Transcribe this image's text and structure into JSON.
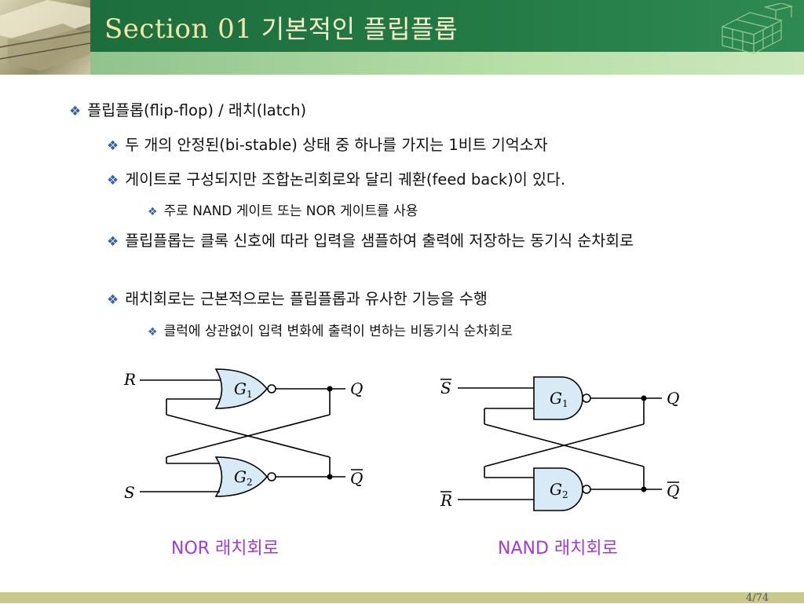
{
  "header": {
    "title_prefix": "Section 01",
    "title_korean": "기본적인 플립플롭"
  },
  "bullets": [
    {
      "level": 1,
      "text": "플립플롭(flip-flop) / 래치(latch)"
    },
    {
      "level": 2,
      "text": "두 개의 안정된(bi-stable) 상태 중 하나를 가지는 1비트 기억소자"
    },
    {
      "level": 2,
      "text": "게이트로 구성되지만 조합논리회로와 달리 궤환(feed back)이 있다."
    },
    {
      "level": 3,
      "text": "주로 NAND 게이트 또는 NOR 게이트를 사용"
    },
    {
      "level": 2,
      "text": "플립플롭는 클록 신호에 따라 입력을 샘플하여 출력에 저장하는 동기식 순차회로"
    },
    {
      "level": 2,
      "text": "래치회로는 근본적으로는 플립플롭과 유사한 기능을 수행"
    },
    {
      "level": 3,
      "text": "클럭에 상관없이 입력 변화에 출력이 변하는 비동기식 순차회로"
    }
  ],
  "nor_latch": {
    "caption": "NOR 래치회로",
    "input_top": "R",
    "input_bottom": "S",
    "output_top": "Q",
    "output_bottom": "Q",
    "gate1": "G",
    "gate1_sub": "1",
    "gate2": "G",
    "gate2_sub": "2"
  },
  "nand_latch": {
    "caption": "NAND 래치회로",
    "input_top": "S",
    "input_bottom": "R",
    "output_top": "Q",
    "output_bottom": "Q",
    "gate1": "G",
    "gate1_sub": "1",
    "gate2": "G",
    "gate2_sub": "2"
  },
  "footer": {
    "page": "4/74"
  },
  "colors": {
    "header_green": "#237a45",
    "title_text": "#f3e6a8",
    "bullet_marker": "#3a61a8",
    "caption": "#a13bd3",
    "gate_fill": "#d8eaf5",
    "footer_bar": "#c8c98a"
  }
}
